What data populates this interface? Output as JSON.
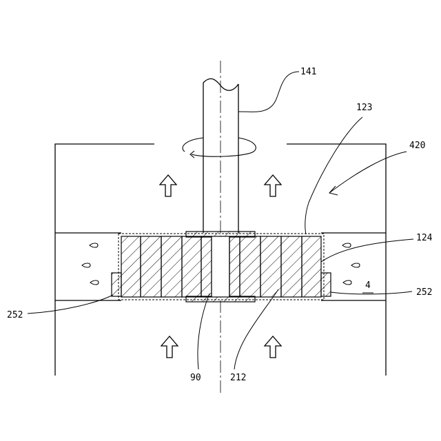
{
  "labels": {
    "shaft": "141",
    "seal_ring": "123",
    "chamber": "420",
    "gap": "124",
    "holder_left": "252",
    "holder_right": "252",
    "zone": "4",
    "bearing": "90",
    "rotor": "212"
  },
  "icons": [
    "rotation-arrow-icon",
    "up-arrow-icon",
    "droplet-icon"
  ]
}
